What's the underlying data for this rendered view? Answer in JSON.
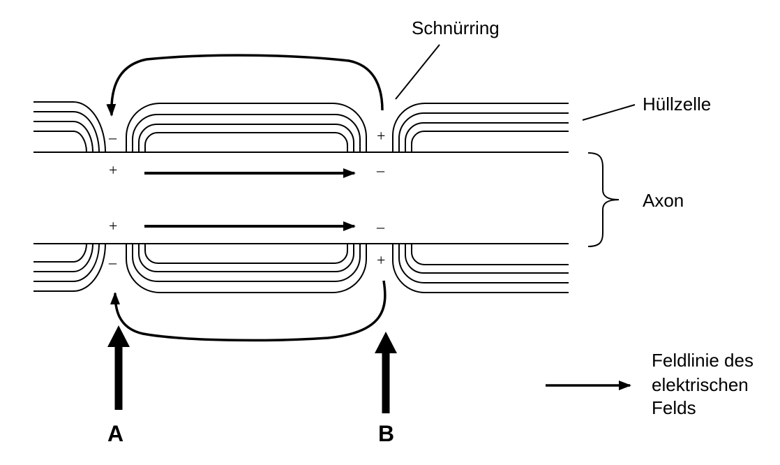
{
  "labels": {
    "schnuerring": "Schnürring",
    "huellzelle": "Hüllzelle",
    "axon": "Axon",
    "legend_line1": "Feldlinie des",
    "legend_line2": "elektrischen",
    "legend_line3": "Felds",
    "marker_a": "A",
    "marker_b": "B"
  },
  "charges": {
    "node_a_outer_top": "–",
    "node_b_outer_top": "+",
    "node_a_inner_top": "+",
    "node_b_inner_top": "–",
    "node_a_inner_bottom": "+",
    "node_b_inner_bottom": "–",
    "node_a_outer_bottom": "–",
    "node_b_outer_bottom": "+"
  }
}
